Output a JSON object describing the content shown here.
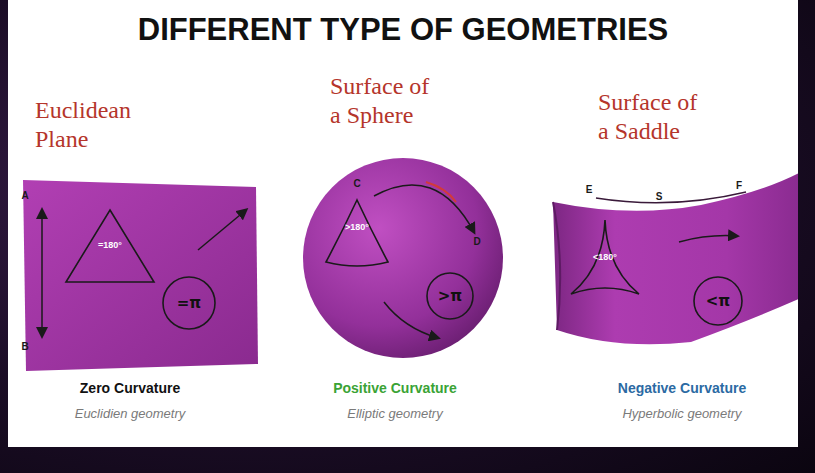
{
  "diagram": {
    "title": "DIFFERENT TYPE OF GEOMETRIES",
    "nodes": [
      {
        "text": [
          "Euclidean Plane"
        ]
      },
      {
        "text": [
          "=180°"
        ],
        "in": 0
      },
      {
        "text": [
          "=π"
        ],
        "in": 0
      },
      {
        "text": [
          "Surface of a Sphere"
        ]
      },
      {
        "text": [
          ">180°"
        ],
        "in": 3
      },
      {
        "text": [
          ">π"
        ],
        "in": 3
      },
      {
        "text": [
          "Surface of a Saddle"
        ]
      },
      {
        "text": [
          "<180°"
        ],
        "in": 6
      },
      {
        "text": [
          "<π"
        ],
        "in": 6
      }
    ],
    "labels": [
      "A",
      "B",
      "C",
      "D",
      "E",
      "S",
      "F",
      "Zero Curvature",
      "Euclidien geometry",
      "Positive Curvature",
      "Elliptic geometry",
      "Negative Curvature",
      "Hyperbolic geometry"
    ]
  }
}
